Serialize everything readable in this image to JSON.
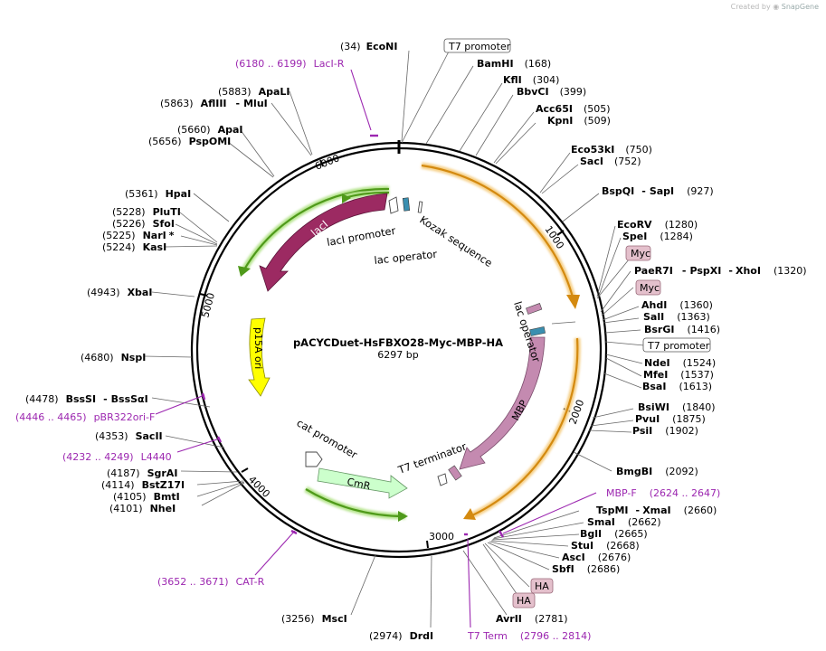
{
  "credit": {
    "prefix": "Created by",
    "brand": "SnapGene"
  },
  "plasmid": {
    "name": "pACYCDuet-HsFBXO28-Myc-MBP-HA",
    "length_label": "6297 bp"
  },
  "ticks": [
    "1000",
    "2000",
    "3000",
    "4000",
    "5000",
    "6000"
  ],
  "sites": [
    {
      "name": "EcoNI",
      "pos": "(34)"
    },
    {
      "name": "BamHI",
      "pos": "(168)"
    },
    {
      "name": "KflI",
      "pos": "(304)"
    },
    {
      "name": "BbvCI",
      "pos": "(399)"
    },
    {
      "name": "Acc65I",
      "pos": "(505)"
    },
    {
      "name": "KpnI",
      "pos": "(509)"
    },
    {
      "name": "Eco53kI",
      "pos": "(750)"
    },
    {
      "name": "SacI",
      "pos": "(752)"
    },
    {
      "name": "BspQI",
      "sep": "-",
      "name2": "SapI",
      "pos": "(927)"
    },
    {
      "name": "EcoRV",
      "pos": "(1280)"
    },
    {
      "name": "SpeI",
      "pos": "(1284)"
    },
    {
      "name": "PaeR7I",
      "sep": "-",
      "name2": "PspXI",
      "sep2": "-",
      "name3": "XhoI",
      "pos": "(1320)"
    },
    {
      "name": "AhdI",
      "pos": "(1360)"
    },
    {
      "name": "SalI",
      "pos": "(1363)"
    },
    {
      "name": "BsrGI",
      "pos": "(1416)"
    },
    {
      "name": "NdeI",
      "pos": "(1524)"
    },
    {
      "name": "MfeI",
      "pos": "(1537)"
    },
    {
      "name": "BsaI",
      "pos": "(1613)"
    },
    {
      "name": "BsiWI",
      "pos": "(1840)"
    },
    {
      "name": "PvuI",
      "pos": "(1875)"
    },
    {
      "name": "PsiI",
      "pos": "(1902)"
    },
    {
      "name": "BmgBI",
      "pos": "(2092)"
    },
    {
      "name": "TspMI",
      "sep": "-",
      "name2": "XmaI",
      "pos": "(2660)"
    },
    {
      "name": "SmaI",
      "pos": "(2662)"
    },
    {
      "name": "BglI",
      "pos": "(2665)"
    },
    {
      "name": "StuI",
      "pos": "(2668)"
    },
    {
      "name": "AscI",
      "pos": "(2676)"
    },
    {
      "name": "SbfI",
      "pos": "(2686)"
    },
    {
      "name": "AvrII",
      "pos": "(2781)"
    },
    {
      "name": "DrdI",
      "pos": "(2974)"
    },
    {
      "name": "MscI",
      "pos": "(3256)"
    },
    {
      "name": "NheI",
      "pos": "(4101)"
    },
    {
      "name": "BmtI",
      "pos": "(4105)"
    },
    {
      "name": "BstZ17I",
      "pos": "(4114)"
    },
    {
      "name": "SgrAI",
      "pos": "(4187)"
    },
    {
      "name": "SacII",
      "pos": "(4353)"
    },
    {
      "name": "BssSI",
      "sep": "-",
      "name2": "BssSαI",
      "pos": "(4478)"
    },
    {
      "name": "NspI",
      "pos": "(4680)"
    },
    {
      "name": "XbaI",
      "pos": "(4943)"
    },
    {
      "name": "KasI",
      "pos": "(5224)"
    },
    {
      "name": "NarI",
      "star": "*",
      "pos": "(5225)"
    },
    {
      "name": "SfoI",
      "pos": "(5226)"
    },
    {
      "name": "PluTI",
      "pos": "(5228)"
    },
    {
      "name": "HpaI",
      "pos": "(5361)"
    },
    {
      "name": "PspOMI",
      "pos": "(5656)"
    },
    {
      "name": "ApaI",
      "pos": "(5660)"
    },
    {
      "name": "AflIII",
      "sep": "-",
      "name2": "MluI",
      "pos": "(5863)"
    },
    {
      "name": "ApaLI",
      "pos": "(5883)"
    }
  ],
  "primers": [
    {
      "name": "LacI-R",
      "pos": "(6180 .. 6199)"
    },
    {
      "name": "MBP-F",
      "pos": "(2624 .. 2647)"
    },
    {
      "name": "T7 Term",
      "pos": "(2796 .. 2814)"
    },
    {
      "name": "CAT-R",
      "pos": "(3652 .. 3671)"
    },
    {
      "name": "L4440",
      "pos": "(4232 .. 4249)"
    },
    {
      "name": "pBR322ori-F",
      "pos": "(4446 .. 4465)"
    }
  ],
  "boxed_features": [
    "T7 promoter",
    "T7 promoter"
  ],
  "tag_features": [
    "Myc",
    "Myc",
    "HA",
    "HA"
  ],
  "features": {
    "lacI": "lacI",
    "lacI_promoter": "lacI promoter",
    "lac_operator_1": "lac operator",
    "kozak": "Kozak sequence",
    "lac_operator_2": "lac operator",
    "p15A_ori": "p15A ori",
    "MBP": "MBP",
    "cat_promoter": "cat promoter",
    "CmR": "CmR",
    "T7_terminator": "T7 terminator"
  },
  "colors": {
    "lacI": "#9c2a62",
    "MBP": "#c48ab0",
    "p15A_ori": "#ffff00",
    "CmR": "#ccffcc",
    "orf_arrow_green": "#66aa22",
    "orf_arrow_orange": "#f0a020",
    "primer": "#9c27b0",
    "tag_fill": "#e4c0cc"
  }
}
